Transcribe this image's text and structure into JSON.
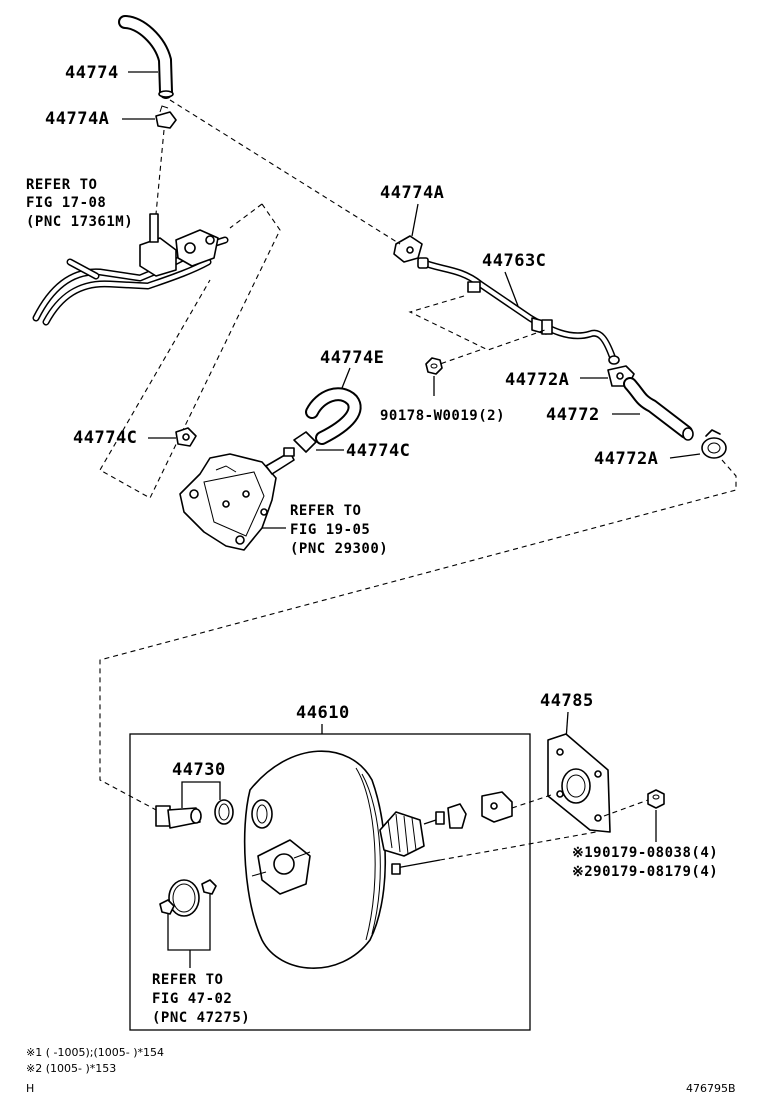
{
  "diagram": {
    "parts": {
      "p44774": "44774",
      "p44774A_top": "44774A",
      "p44774A_mid": "44774A",
      "p44763C": "44763C",
      "p44774E": "44774E",
      "p44772A_upper": "44772A",
      "p44772": "44772",
      "p44772A_lower": "44772A",
      "p44774C_left": "44774C",
      "p44774C_right": "44774C",
      "p90178": "90178-W0019(2)",
      "p44610": "44610",
      "p44785": "44785",
      "p44730": "44730",
      "p90179_1": "90179-08038(4)",
      "p90179_2": "90179-08179(4)"
    },
    "refs": {
      "ref_17_08": [
        "REFER TO",
        "FIG 17-08",
        "(PNC 17361M)"
      ],
      "ref_19_05": [
        "REFER TO",
        "FIG 19-05",
        "(PNC 29300)"
      ],
      "ref_47_02": [
        "REFER TO",
        "FIG 47-02",
        "(PNC 47275)"
      ]
    },
    "marks": {
      "mark1": "※1",
      "mark2": "※2"
    },
    "footnotes": {
      "note1": "※1 (      -1005);(1005-      )*154",
      "note2": "※2 (1005-      )*153",
      "corner": "H"
    },
    "illustration_id": "476795B"
  }
}
